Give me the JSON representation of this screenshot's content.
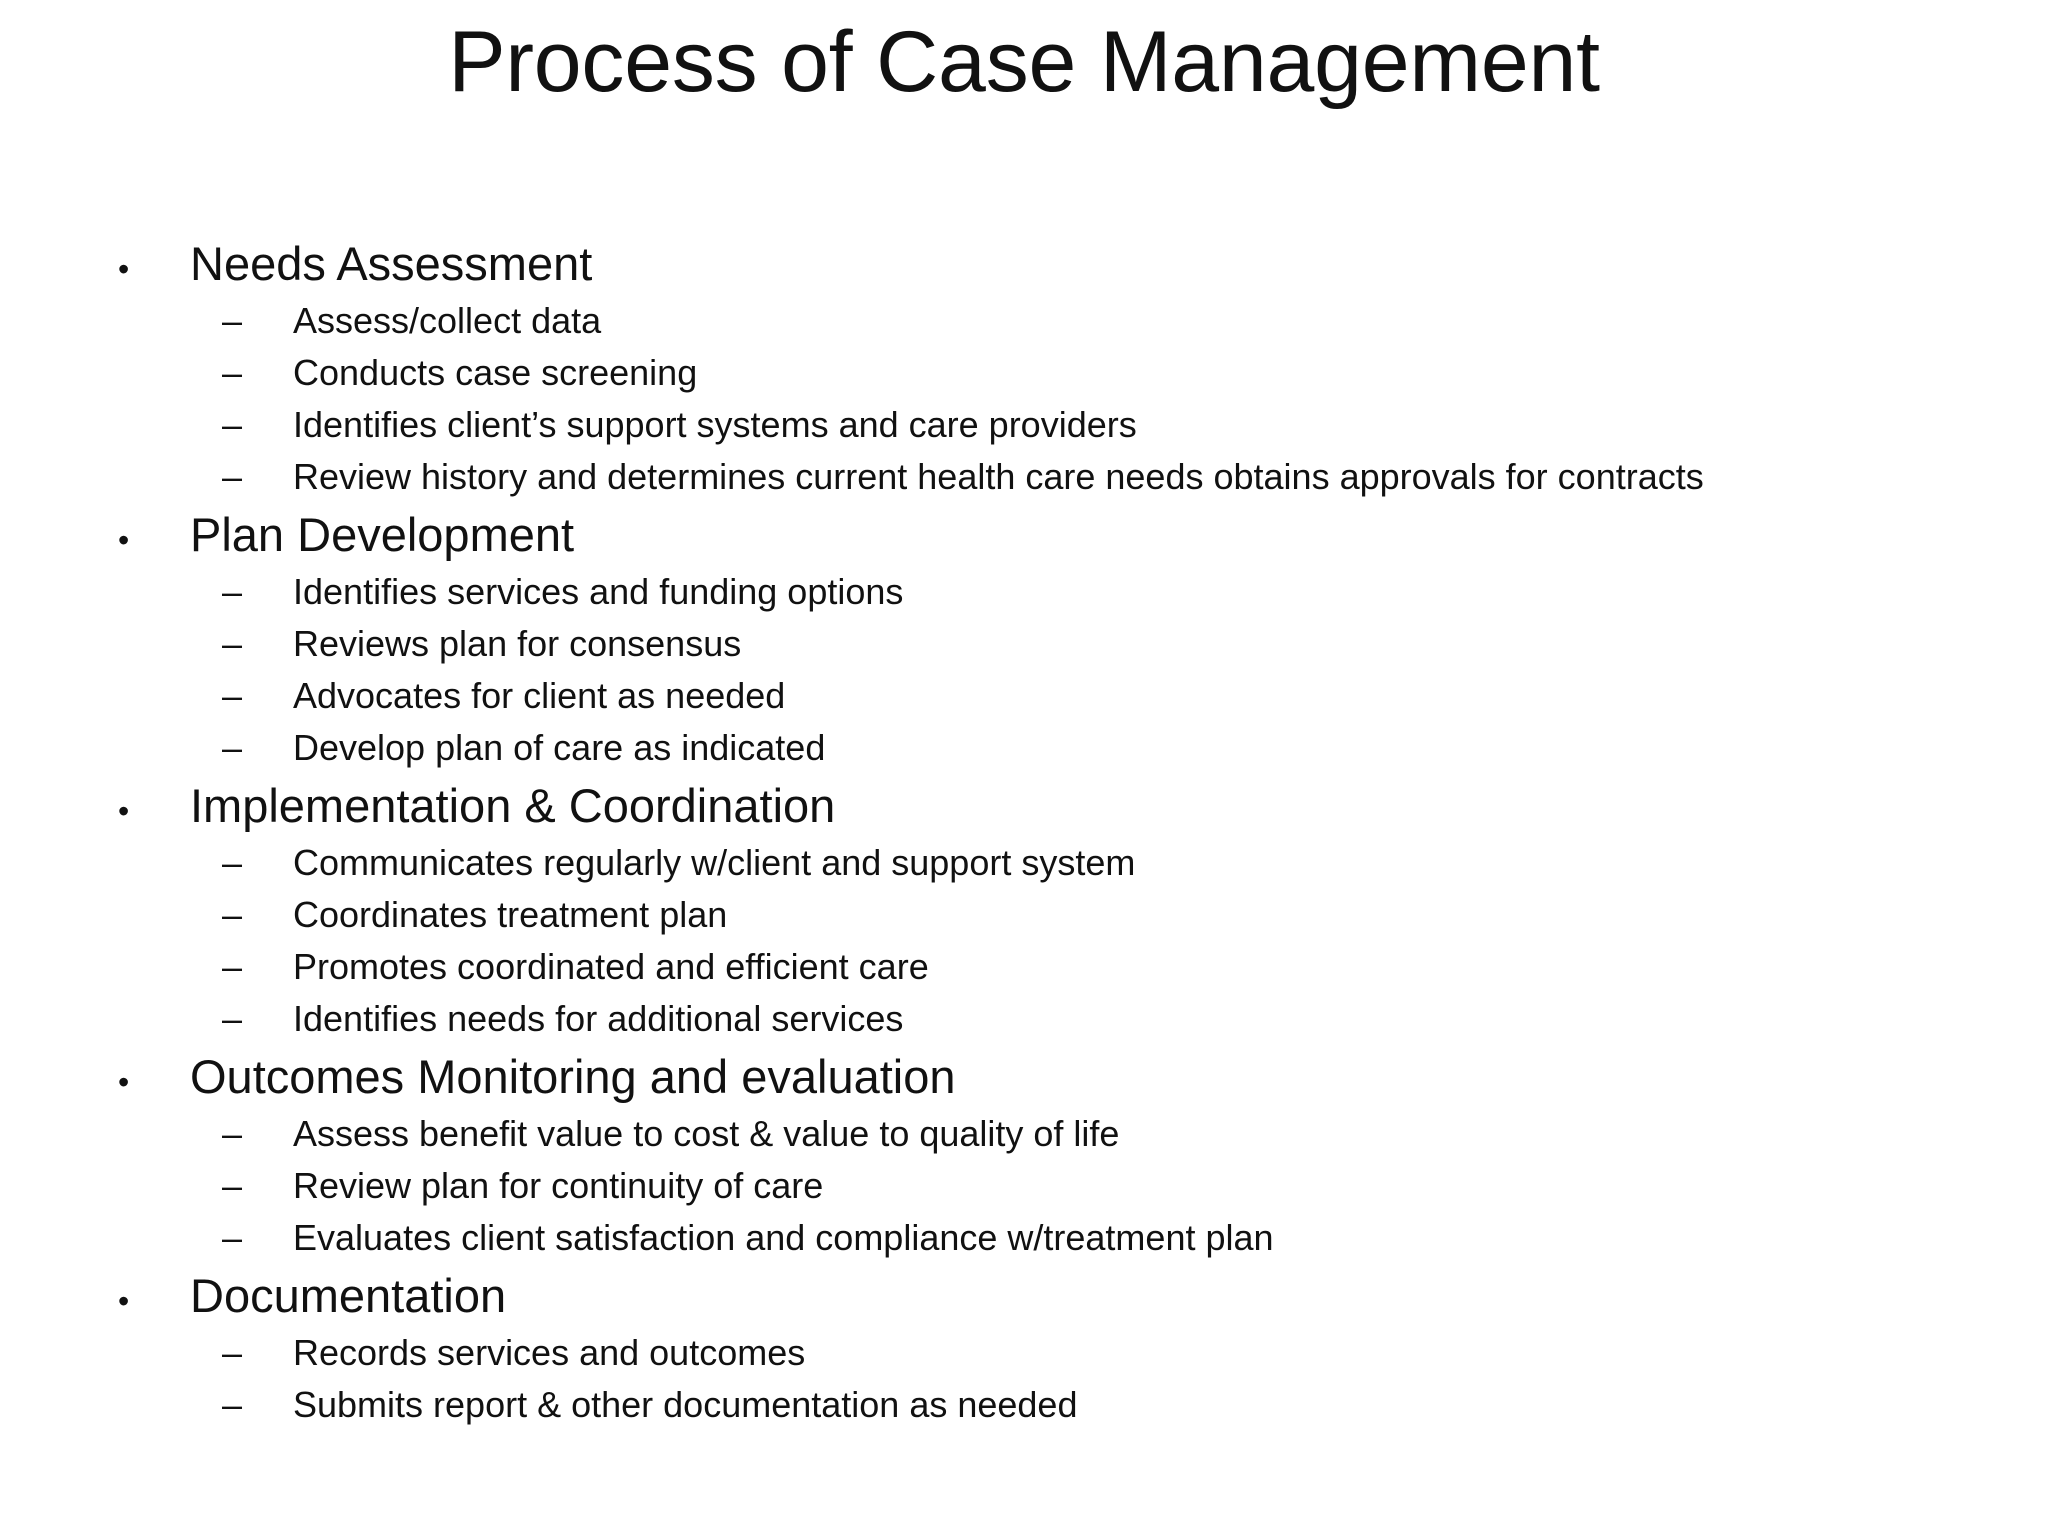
{
  "slide": {
    "title": "Process of Case Management",
    "bullet_marker": "•",
    "dash_marker": "–",
    "text_color": "#111111",
    "background_color": "#ffffff",
    "sections": [
      {
        "heading": "Needs Assessment",
        "items": [
          "Assess/collect data",
          "Conducts case screening",
          "Identifies client’s support systems and care providers",
          "Review history and determines current health care needs obtains approvals for contracts"
        ]
      },
      {
        "heading": "Plan Development",
        "items": [
          "Identifies services and funding options",
          "Reviews plan for consensus",
          "Advocates for client as needed",
          "Develop plan of care as indicated"
        ]
      },
      {
        "heading": "Implementation & Coordination",
        "items": [
          "Communicates regularly w/client and support system",
          "Coordinates treatment plan",
          "Promotes coordinated and efficient care",
          "Identifies needs for additional services"
        ]
      },
      {
        "heading": "Outcomes Monitoring and evaluation",
        "items": [
          "Assess benefit value to cost & value to quality of life",
          "Review plan for continuity of care",
          "Evaluates client satisfaction and compliance w/treatment plan"
        ]
      },
      {
        "heading": "Documentation",
        "items": [
          "Records services and outcomes",
          "Submits report & other documentation as needed"
        ]
      }
    ]
  }
}
